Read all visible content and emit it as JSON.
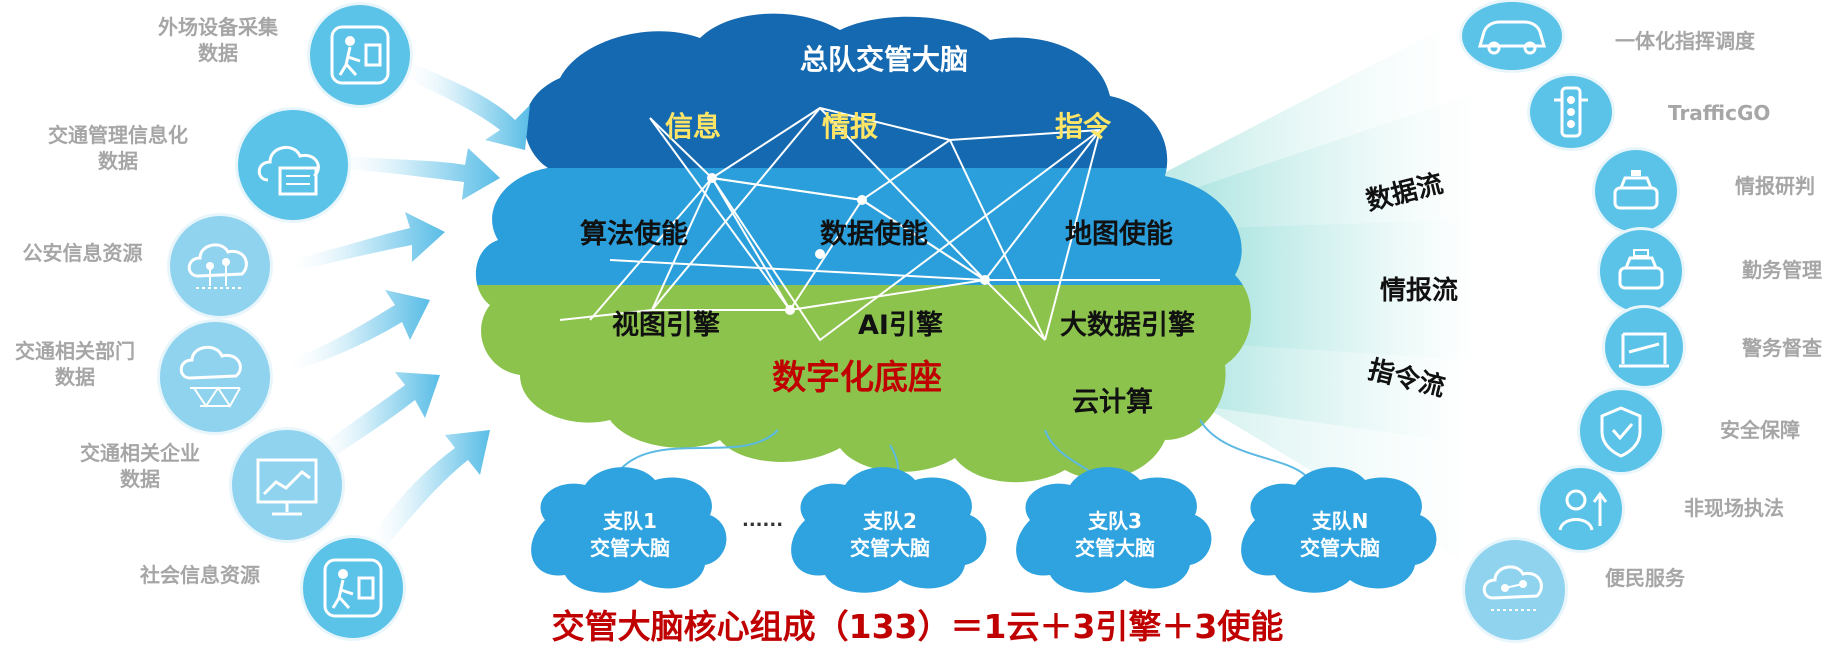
{
  "left_sources": [
    {
      "label": "外场设备采集\n数据",
      "icon": "pedestrian-camera-icon"
    },
    {
      "label": "交通管理信息化\n数据",
      "icon": "cloud-server-icon"
    },
    {
      "label": "公安信息资源",
      "icon": "cloud-network-icon"
    },
    {
      "label": "交通相关部门\n数据",
      "icon": "cloud-mesh-icon"
    },
    {
      "label": "交通相关企业\n数据",
      "icon": "monitor-chart-icon"
    },
    {
      "label": "社会信息资源",
      "icon": "pedestrian-camera-icon"
    }
  ],
  "brain": {
    "title": "总队交管大脑",
    "top_row": [
      "信息",
      "情报",
      "指令"
    ],
    "enablers": [
      "算法使能",
      "数据使能",
      "地图使能"
    ],
    "engines": [
      "视图引擎",
      "AI引擎",
      "大数据引擎"
    ],
    "base": "数字化底座",
    "cloud": "云计算"
  },
  "streams": [
    "数据流",
    "情报流",
    "指令流"
  ],
  "right_apps": [
    {
      "label": "一体化指挥调度",
      "icon": "car-icon"
    },
    {
      "label": "TrafficGO",
      "icon": "traffic-light-icon"
    },
    {
      "label": "情报研判",
      "icon": "police-car-icon"
    },
    {
      "label": "勤务管理",
      "icon": "police-car-icon"
    },
    {
      "label": "警务督查",
      "icon": "checkpoint-icon"
    },
    {
      "label": "安全保障",
      "icon": "shield-icon"
    },
    {
      "label": "非现场执法",
      "icon": "officer-icon"
    },
    {
      "label": "便民服务",
      "icon": "cloud-network-icon"
    }
  ],
  "teams": [
    {
      "line1": "支队1",
      "line2": "交管大脑"
    },
    {
      "line1": "支队2",
      "line2": "交管大脑"
    },
    {
      "line1": "支队3",
      "line2": "交管大脑"
    },
    {
      "line1": "支队N",
      "line2": "交管大脑"
    }
  ],
  "ellipsis": "......",
  "formula": "交管大脑核心组成（133）＝1云＋3引擎＋3使能",
  "colors": {
    "brain_top": "#1569b0",
    "brain_mid": "#2b9fdb",
    "brain_base": "#8cc34c",
    "title_text": "#ffffff",
    "top_row_text": "#ffe566",
    "base_text": "#c00000",
    "team_cloud": "#2fa3df",
    "app_circle": "#5bc2e8"
  }
}
